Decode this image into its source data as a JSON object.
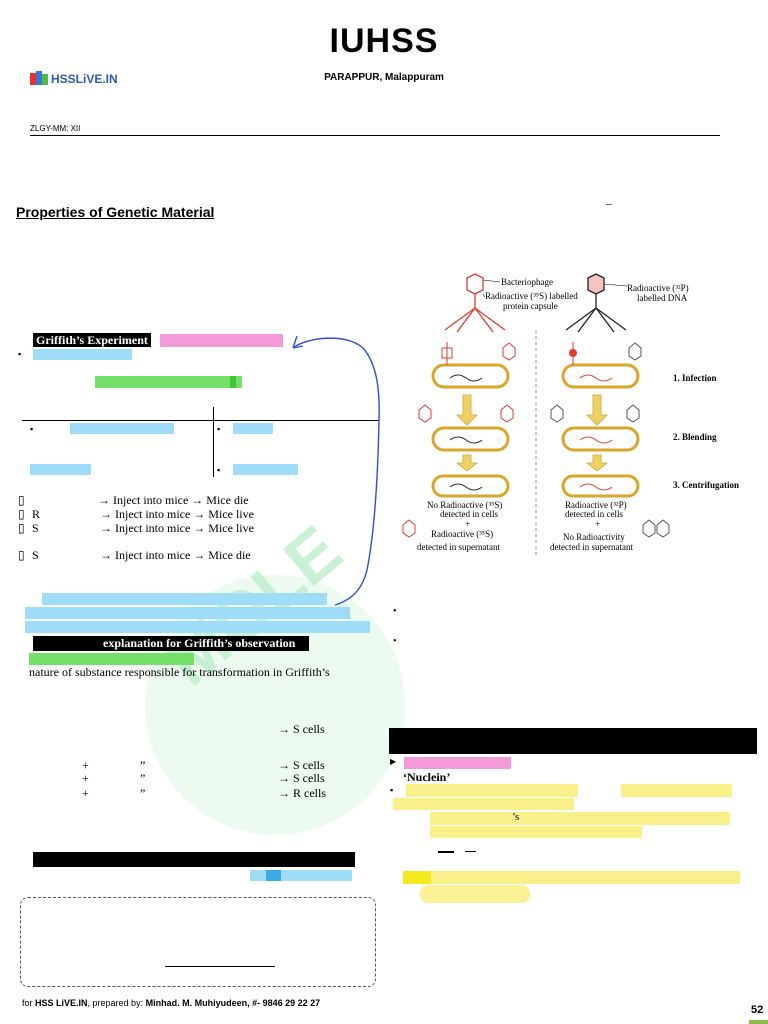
{
  "header": {
    "title": "IUHSS",
    "subtitle": "PARAPPUR, Malappuram",
    "logo_text": "HSSLiVE.IN",
    "course": "ZLGY-MM: XII"
  },
  "section": {
    "title": "Properties of Genetic Material",
    "dash": "–"
  },
  "griffith": {
    "title": "Griffith’s Experiment",
    "rows": [
      {
        "sym": "",
        "strain": "",
        "arrow": "→ Inject into mice → Mice die"
      },
      {
        "sym": "",
        "strain": "R",
        "arrow": "→ Inject into mice → Mice live"
      },
      {
        "sym": "",
        "strain": "S",
        "arrow": "→ Inject into mice → Mice live"
      },
      {
        "sym": "",
        "strain": "S",
        "arrow": "→ Inject into mice → Mice die"
      }
    ],
    "explanation_title": "explanation for Griffith’s observation",
    "nature_text": "nature of substance responsible for transformation in Griffith’s",
    "result_rows": [
      {
        "plus": "",
        "quote": "",
        "result": "→ S cells"
      },
      {
        "plus": "+",
        "quote": "”",
        "result": "→ S cells"
      },
      {
        "plus": "+",
        "quote": "”",
        "result": "→ S cells"
      },
      {
        "plus": "+",
        "quote": "”",
        "result": "→ R cells"
      }
    ]
  },
  "diagram": {
    "bacteriophage": "Bacteriophage",
    "label_left": "Radioactive (³⁵S) labelled protein capsule",
    "label_right_1": "Radioactive (³²P)",
    "label_right_2": "labelled DNA",
    "step1": "1. Infection",
    "step2": "2. Blending",
    "step3": "3. Centrifugation",
    "left_result_1": "No Radioactive (³⁵S)",
    "left_result_2": "detected in cells",
    "plus": "+",
    "left_result_3": "Radioactive (³⁵S)",
    "left_result_4": "detected in supernatant",
    "right_result_1": "Radioactive (³²P)",
    "right_result_2": "detected in cells",
    "right_result_3": "No Radioactivity",
    "right_result_4": "detected in supernatant"
  },
  "right_panel": {
    "nuclein": "‘Nuclein’",
    "apostrophe_s": "’s"
  },
  "footer": {
    "prefix": "for ",
    "brand": "HSS LiVE.IN",
    "middle": ", prepared by: ",
    "author": "Minhad. M. Muhiyudeen, #- 9846 29 22 27",
    "page": "52"
  },
  "watermark": "MOLE"
}
